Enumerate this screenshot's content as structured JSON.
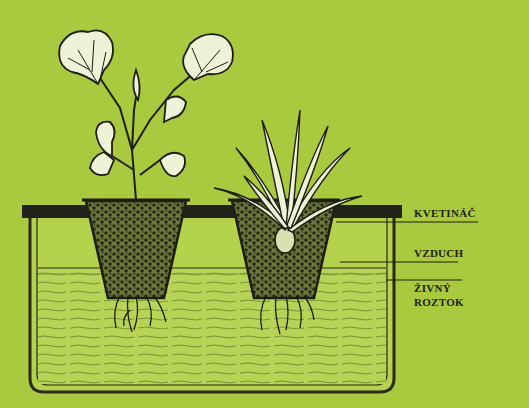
{
  "diagram": {
    "labels": [
      "KVETINÁČ",
      "VZDUCH",
      "ŽIVNÝ ROZTOK"
    ]
  }
}
